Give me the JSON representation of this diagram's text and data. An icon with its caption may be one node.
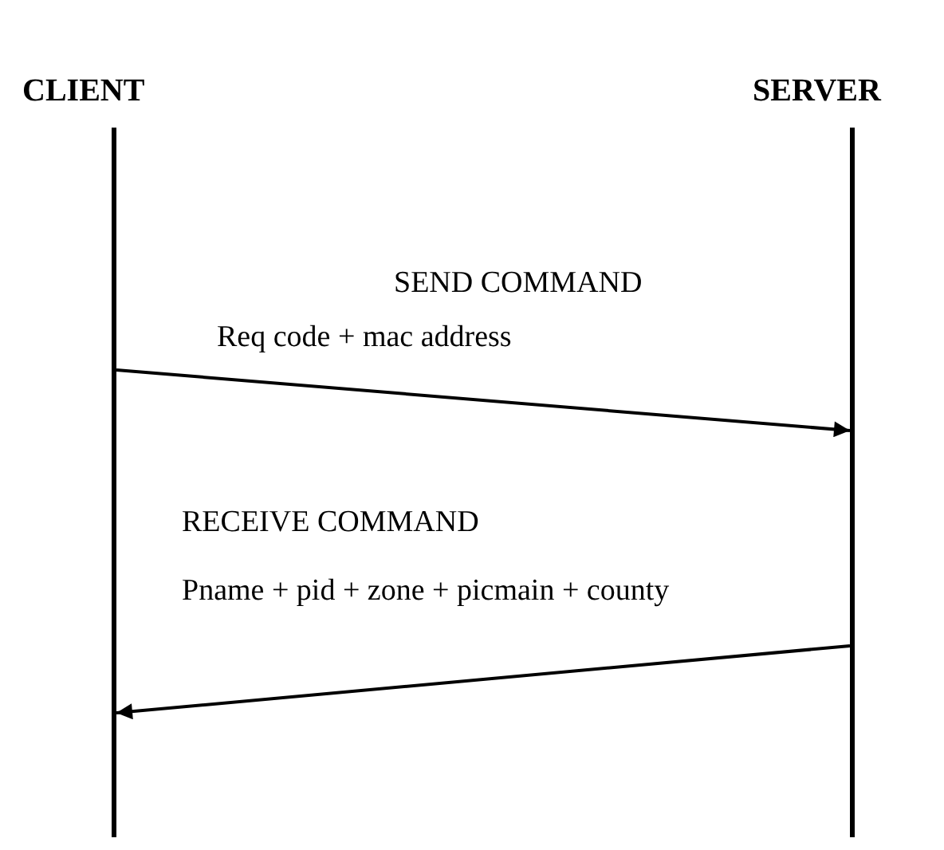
{
  "diagram": {
    "nodes": [
      {
        "text": [
          "CLIENT"
        ]
      },
      {
        "text": [
          "SERVER"
        ]
      },
      {
        "text": [],
        "shape": "bar"
      },
      {
        "text": [],
        "shape": "bar"
      }
    ],
    "edges": [
      {
        "from": 2,
        "to": 3,
        "arrow": "to",
        "label": "Req code + mac address"
      },
      {
        "from": 3,
        "to": 2,
        "arrow": "to",
        "label": "Pname + pid + zone + picmain + county"
      }
    ],
    "labels": [
      "SEND COMMAND",
      "RECEIVE COMMAND"
    ]
  }
}
